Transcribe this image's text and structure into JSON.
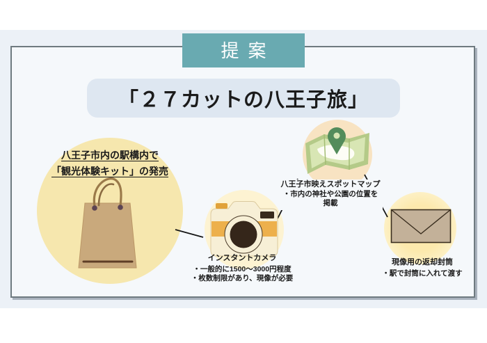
{
  "header": {
    "label": "提案"
  },
  "title": {
    "text": "「２７カットの八王子旅」"
  },
  "kit": {
    "line1": "八王子市内の駅構内で",
    "line2": "「観光体験キット」の発売"
  },
  "camera": {
    "title": "インスタントカメラ",
    "bullets": [
      "・一般的に1500〜3000円程度",
      "・枚数制限があり、現像が必要"
    ]
  },
  "map": {
    "title": "八王子市映えスポットマップ",
    "bullets": [
      "・市内の神社や公園の位置を",
      "掲載"
    ]
  },
  "envelope": {
    "title": "現像用の返却封筒",
    "bullets": [
      "・駅で封筒に入れて渡す"
    ]
  },
  "colors": {
    "header_teal": "#69aab1",
    "title_box": "#dee7f1",
    "kit_circle": "#f6e7ae",
    "camera_circle": "#fdf3d2",
    "map_circle": "#f8e3c2",
    "envelope_circle": "#fce9ad",
    "band": "#ecf1f7",
    "slide_bg": "#f5f8fb",
    "slide_border": "#6e7a80",
    "bag_paper": "#c9a97c",
    "camera_stripe": "#edb04c",
    "map_green": "#b4ca88",
    "pin_green": "#538c5b",
    "envelope_paper": "#c3b199",
    "connector_line": "#151515",
    "text": "#1a1a1a"
  }
}
